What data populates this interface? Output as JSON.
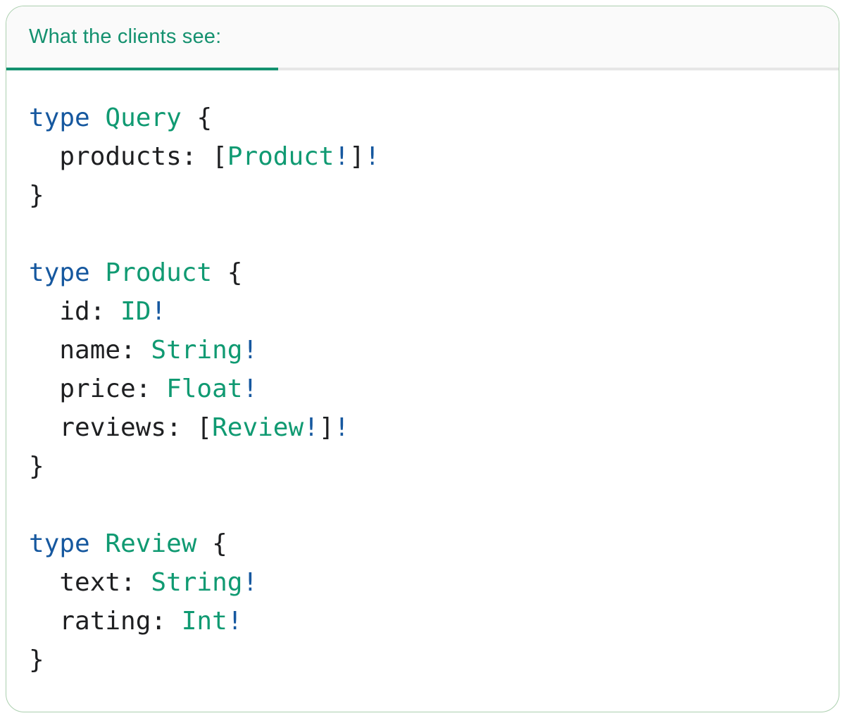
{
  "card": {
    "header": {
      "tab_label": "What the clients see:"
    },
    "colors": {
      "accent_teal": "#14916f",
      "code_green": "#109a72",
      "code_blue": "#16589f",
      "code_dark": "#1e1f21",
      "header_bg": "#fafafa",
      "divider_gray": "#e6e6e6",
      "card_border": "#abcfae"
    },
    "code": {
      "language": "graphql",
      "lines": [
        [
          {
            "t": "type",
            "c": "kw"
          },
          {
            "t": " ",
            "c": "p"
          },
          {
            "t": "Query",
            "c": "ty"
          },
          {
            "t": " {",
            "c": "p"
          }
        ],
        [
          {
            "t": "  products: [",
            "c": "p"
          },
          {
            "t": "Product",
            "c": "ty"
          },
          {
            "t": "!",
            "c": "kw"
          },
          {
            "t": "]",
            "c": "p"
          },
          {
            "t": "!",
            "c": "kw"
          }
        ],
        [
          {
            "t": "}",
            "c": "p"
          }
        ],
        [],
        [
          {
            "t": "type",
            "c": "kw"
          },
          {
            "t": " ",
            "c": "p"
          },
          {
            "t": "Product",
            "c": "ty"
          },
          {
            "t": " {",
            "c": "p"
          }
        ],
        [
          {
            "t": "  id: ",
            "c": "p"
          },
          {
            "t": "ID",
            "c": "ty"
          },
          {
            "t": "!",
            "c": "kw"
          }
        ],
        [
          {
            "t": "  name: ",
            "c": "p"
          },
          {
            "t": "String",
            "c": "ty"
          },
          {
            "t": "!",
            "c": "kw"
          }
        ],
        [
          {
            "t": "  price: ",
            "c": "p"
          },
          {
            "t": "Float",
            "c": "ty"
          },
          {
            "t": "!",
            "c": "kw"
          }
        ],
        [
          {
            "t": "  reviews: [",
            "c": "p"
          },
          {
            "t": "Review",
            "c": "ty"
          },
          {
            "t": "!",
            "c": "kw"
          },
          {
            "t": "]",
            "c": "p"
          },
          {
            "t": "!",
            "c": "kw"
          }
        ],
        [
          {
            "t": "}",
            "c": "p"
          }
        ],
        [],
        [
          {
            "t": "type",
            "c": "kw"
          },
          {
            "t": " ",
            "c": "p"
          },
          {
            "t": "Review",
            "c": "ty"
          },
          {
            "t": " {",
            "c": "p"
          }
        ],
        [
          {
            "t": "  text: ",
            "c": "p"
          },
          {
            "t": "String",
            "c": "ty"
          },
          {
            "t": "!",
            "c": "kw"
          }
        ],
        [
          {
            "t": "  rating: ",
            "c": "p"
          },
          {
            "t": "Int",
            "c": "ty"
          },
          {
            "t": "!",
            "c": "kw"
          }
        ],
        [
          {
            "t": "}",
            "c": "p"
          }
        ]
      ]
    }
  }
}
